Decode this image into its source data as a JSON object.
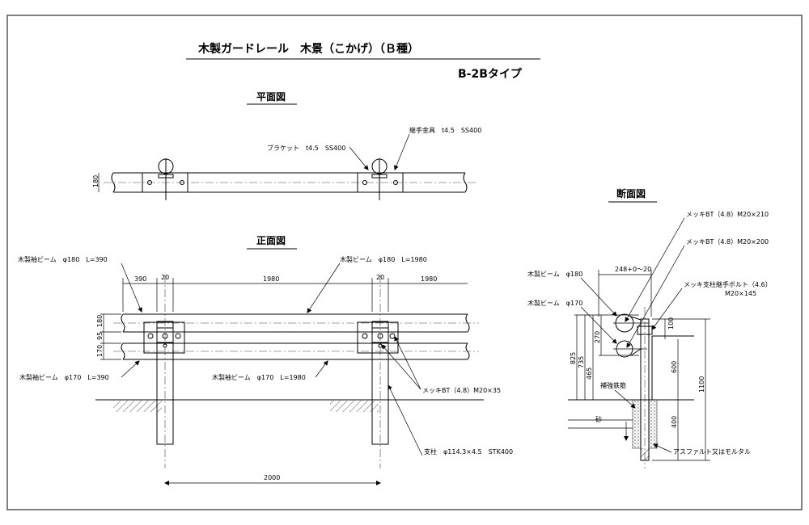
{
  "title": {
    "main": "木製ガードレール　木景（こかげ）（Ｂ種）",
    "type": "B-2Bタイプ"
  },
  "views": {
    "plan": "平面図",
    "front": "正面図",
    "section": "断面図"
  },
  "plan": {
    "bracket": "ブラケット　t4.5　SS400",
    "joint": "継手金具　t4.5　SS400",
    "dim_180": "180"
  },
  "front": {
    "end_beam_top": "木製袖ビーム　φ180　L=390",
    "beam_top": "木製ビーム　φ180　L=1980",
    "end_beam_bottom": "木製袖ビーム　φ170　L=390",
    "beam_bottom": "木製袖ビーム　φ170　L=1980",
    "bolt": "メッキBT（4.8）M20×35",
    "post": "支柱　φ114.3×4.5　STK400",
    "dim_390": "390",
    "dim_20a": "20",
    "dim_1980a": "1980",
    "dim_20b": "20",
    "dim_1980b": "1980",
    "dim_180": "180",
    "dim_95": "95",
    "dim_170": "170",
    "dim_2000": "2000"
  },
  "section": {
    "bolt_210": "メッキBT（4.8）M20×210",
    "bolt_200": "メッキBT（4.8）M20×200",
    "joint_bolt": "メッキ支柱継手ボルト（4.6）",
    "joint_bolt_size": "M20×145",
    "beam_180": "木製ビーム　φ180",
    "beam_170": "木製ビーム　φ170",
    "rebar": "補強鉄筋",
    "sand": "砂",
    "asphalt": "アスファルト又はモルタル",
    "dim_248": "248+0～20",
    "dim_100": "100",
    "dim_270": "270",
    "dim_825": "825",
    "dim_735": "735",
    "dim_465": "465",
    "dim_600": "600",
    "dim_1100": "1100",
    "dim_400": "400"
  }
}
